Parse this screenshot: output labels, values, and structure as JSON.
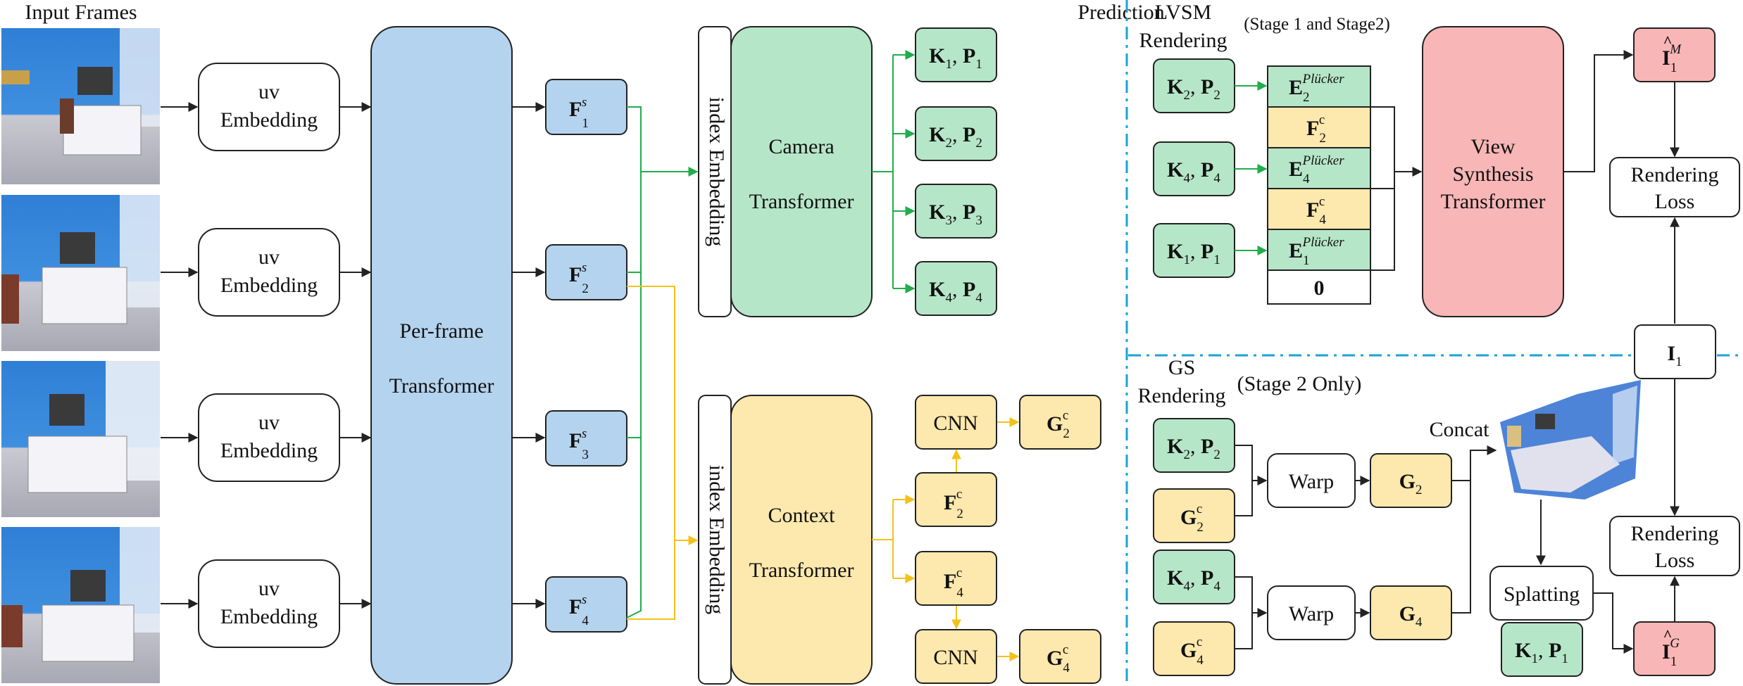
{
  "colors": {
    "blue": "#b4d3ee",
    "green": "#b6e6c8",
    "yellow": "#fde8ad",
    "pink": "#f8b6b6",
    "white": "#ffffff",
    "arrow_green": "#1fae4a",
    "arrow_yellow": "#f2c21b",
    "divider": "#1aa3d6"
  },
  "labels": {
    "input_frames": "Input Frames",
    "uv_embedding_line1": "uv",
    "uv_embedding_line2": "Embedding",
    "per_frame_line1": "Per-frame",
    "per_frame_line2": "Transformer",
    "index_embedding": "index Embedding",
    "camera_line1": "Camera",
    "camera_line2": "Transformer",
    "context_line1": "Context",
    "context_line2": "Transformer",
    "prediction": "Prediction",
    "cnn": "CNN",
    "lvsm_line1": "LVSM",
    "lvsm_line2": "Rendering",
    "stage12": "(Stage 1 and Stage2)",
    "vst_line1": "View",
    "vst_line2": "Synthesis",
    "vst_line3": "Transformer",
    "rendering_loss_line1": "Rendering",
    "rendering_loss_line2": "Loss",
    "gs_line1": "GS",
    "gs_line2": "Rendering",
    "stage2only": "(Stage 2 Only)",
    "concat": "Concat",
    "warp": "Warp",
    "splatting": "Splatting",
    "zero": "0"
  },
  "math": {
    "F": "F",
    "K": "K",
    "P": "P",
    "G": "G",
    "E": "E",
    "I": "I",
    "sup_s": "s",
    "sup_c": "c",
    "sup_plucker": "Plücker",
    "sup_M": "M",
    "sup_G": "G",
    "sub_1": "1",
    "sub_2": "2",
    "sub_3": "3",
    "sub_4": "4",
    "comma": ", "
  }
}
